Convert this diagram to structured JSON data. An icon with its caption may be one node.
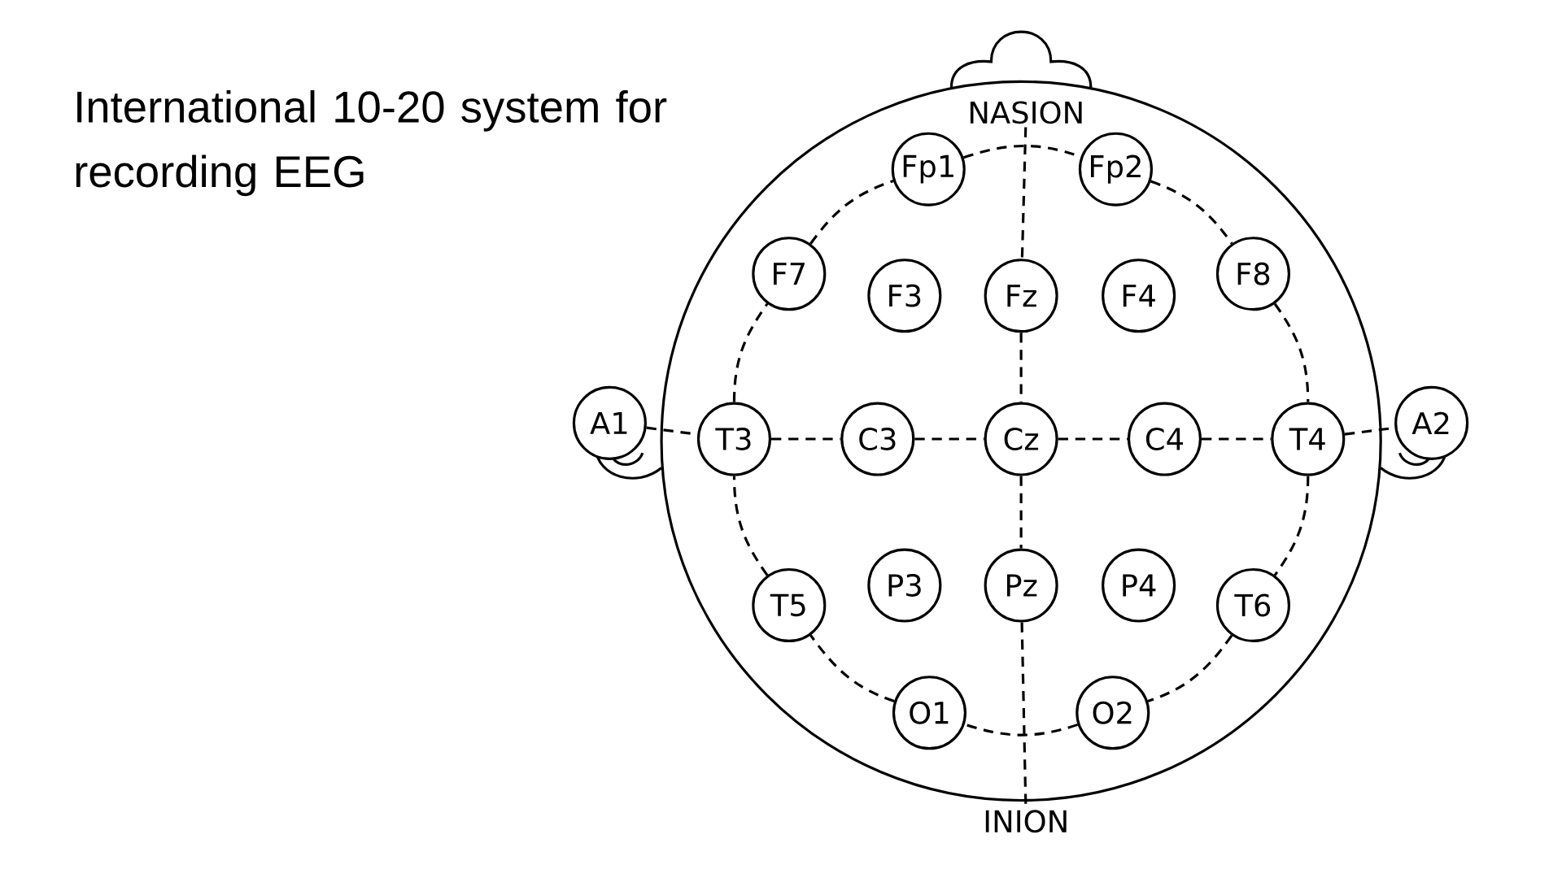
{
  "diagram": {
    "title": "International 10-20 system for recording EEG",
    "nodes": [
      {
        "text": [
          "NASION"
        ]
      },
      {
        "text": [
          "Fp1"
        ]
      },
      {
        "text": [
          "Fp2"
        ]
      },
      {
        "text": [
          "F7"
        ]
      },
      {
        "text": [
          "F3"
        ]
      },
      {
        "text": [
          "Fz"
        ]
      },
      {
        "text": [
          "F4"
        ]
      },
      {
        "text": [
          "F8"
        ]
      },
      {
        "text": [
          "A1"
        ]
      },
      {
        "text": [
          "T3"
        ]
      },
      {
        "text": [
          "C3"
        ]
      },
      {
        "text": [
          "Cz"
        ]
      },
      {
        "text": [
          "C4"
        ]
      },
      {
        "text": [
          "T4"
        ]
      },
      {
        "text": [
          "A2"
        ]
      },
      {
        "text": [
          "T5"
        ]
      },
      {
        "text": [
          "P3"
        ]
      },
      {
        "text": [
          "Pz"
        ]
      },
      {
        "text": [
          "P4"
        ]
      },
      {
        "text": [
          "T6"
        ]
      },
      {
        "text": [
          "O1"
        ]
      },
      {
        "text": [
          "O2"
        ]
      },
      {
        "text": [
          "INION"
        ]
      }
    ],
    "edges": [
      {
        "from": 0,
        "to": 5,
        "arrow": "none",
        "style": "dashed"
      },
      {
        "from": 5,
        "to": 11,
        "arrow": "none",
        "style": "dashed"
      },
      {
        "from": 11,
        "to": 17,
        "arrow": "none",
        "style": "dashed"
      },
      {
        "from": 17,
        "to": 22,
        "arrow": "none",
        "style": "dashed"
      },
      {
        "from": 8,
        "to": 9,
        "arrow": "none",
        "style": "dashed"
      },
      {
        "from": 9,
        "to": 10,
        "arrow": "none",
        "style": "dashed"
      },
      {
        "from": 10,
        "to": 11,
        "arrow": "none",
        "style": "dashed"
      },
      {
        "from": 11,
        "to": 12,
        "arrow": "none",
        "style": "dashed"
      },
      {
        "from": 12,
        "to": 13,
        "arrow": "none",
        "style": "dashed"
      },
      {
        "from": 13,
        "to": 14,
        "arrow": "none",
        "style": "dashed"
      },
      {
        "from": 1,
        "to": 2,
        "arrow": "none",
        "style": "dashed"
      },
      {
        "from": 2,
        "to": 7,
        "arrow": "none",
        "style": "dashed"
      },
      {
        "from": 7,
        "to": 13,
        "arrow": "none",
        "style": "dashed"
      },
      {
        "from": 13,
        "to": 19,
        "arrow": "none",
        "style": "dashed"
      },
      {
        "from": 19,
        "to": 21,
        "arrow": "none",
        "style": "dashed"
      },
      {
        "from": 21,
        "to": 20,
        "arrow": "none",
        "style": "dashed"
      },
      {
        "from": 20,
        "to": 15,
        "arrow": "none",
        "style": "dashed"
      },
      {
        "from": 15,
        "to": 9,
        "arrow": "none",
        "style": "dashed"
      },
      {
        "from": 9,
        "to": 3,
        "arrow": "none",
        "style": "dashed"
      },
      {
        "from": 3,
        "to": 1,
        "arrow": "none",
        "style": "dashed"
      }
    ]
  }
}
